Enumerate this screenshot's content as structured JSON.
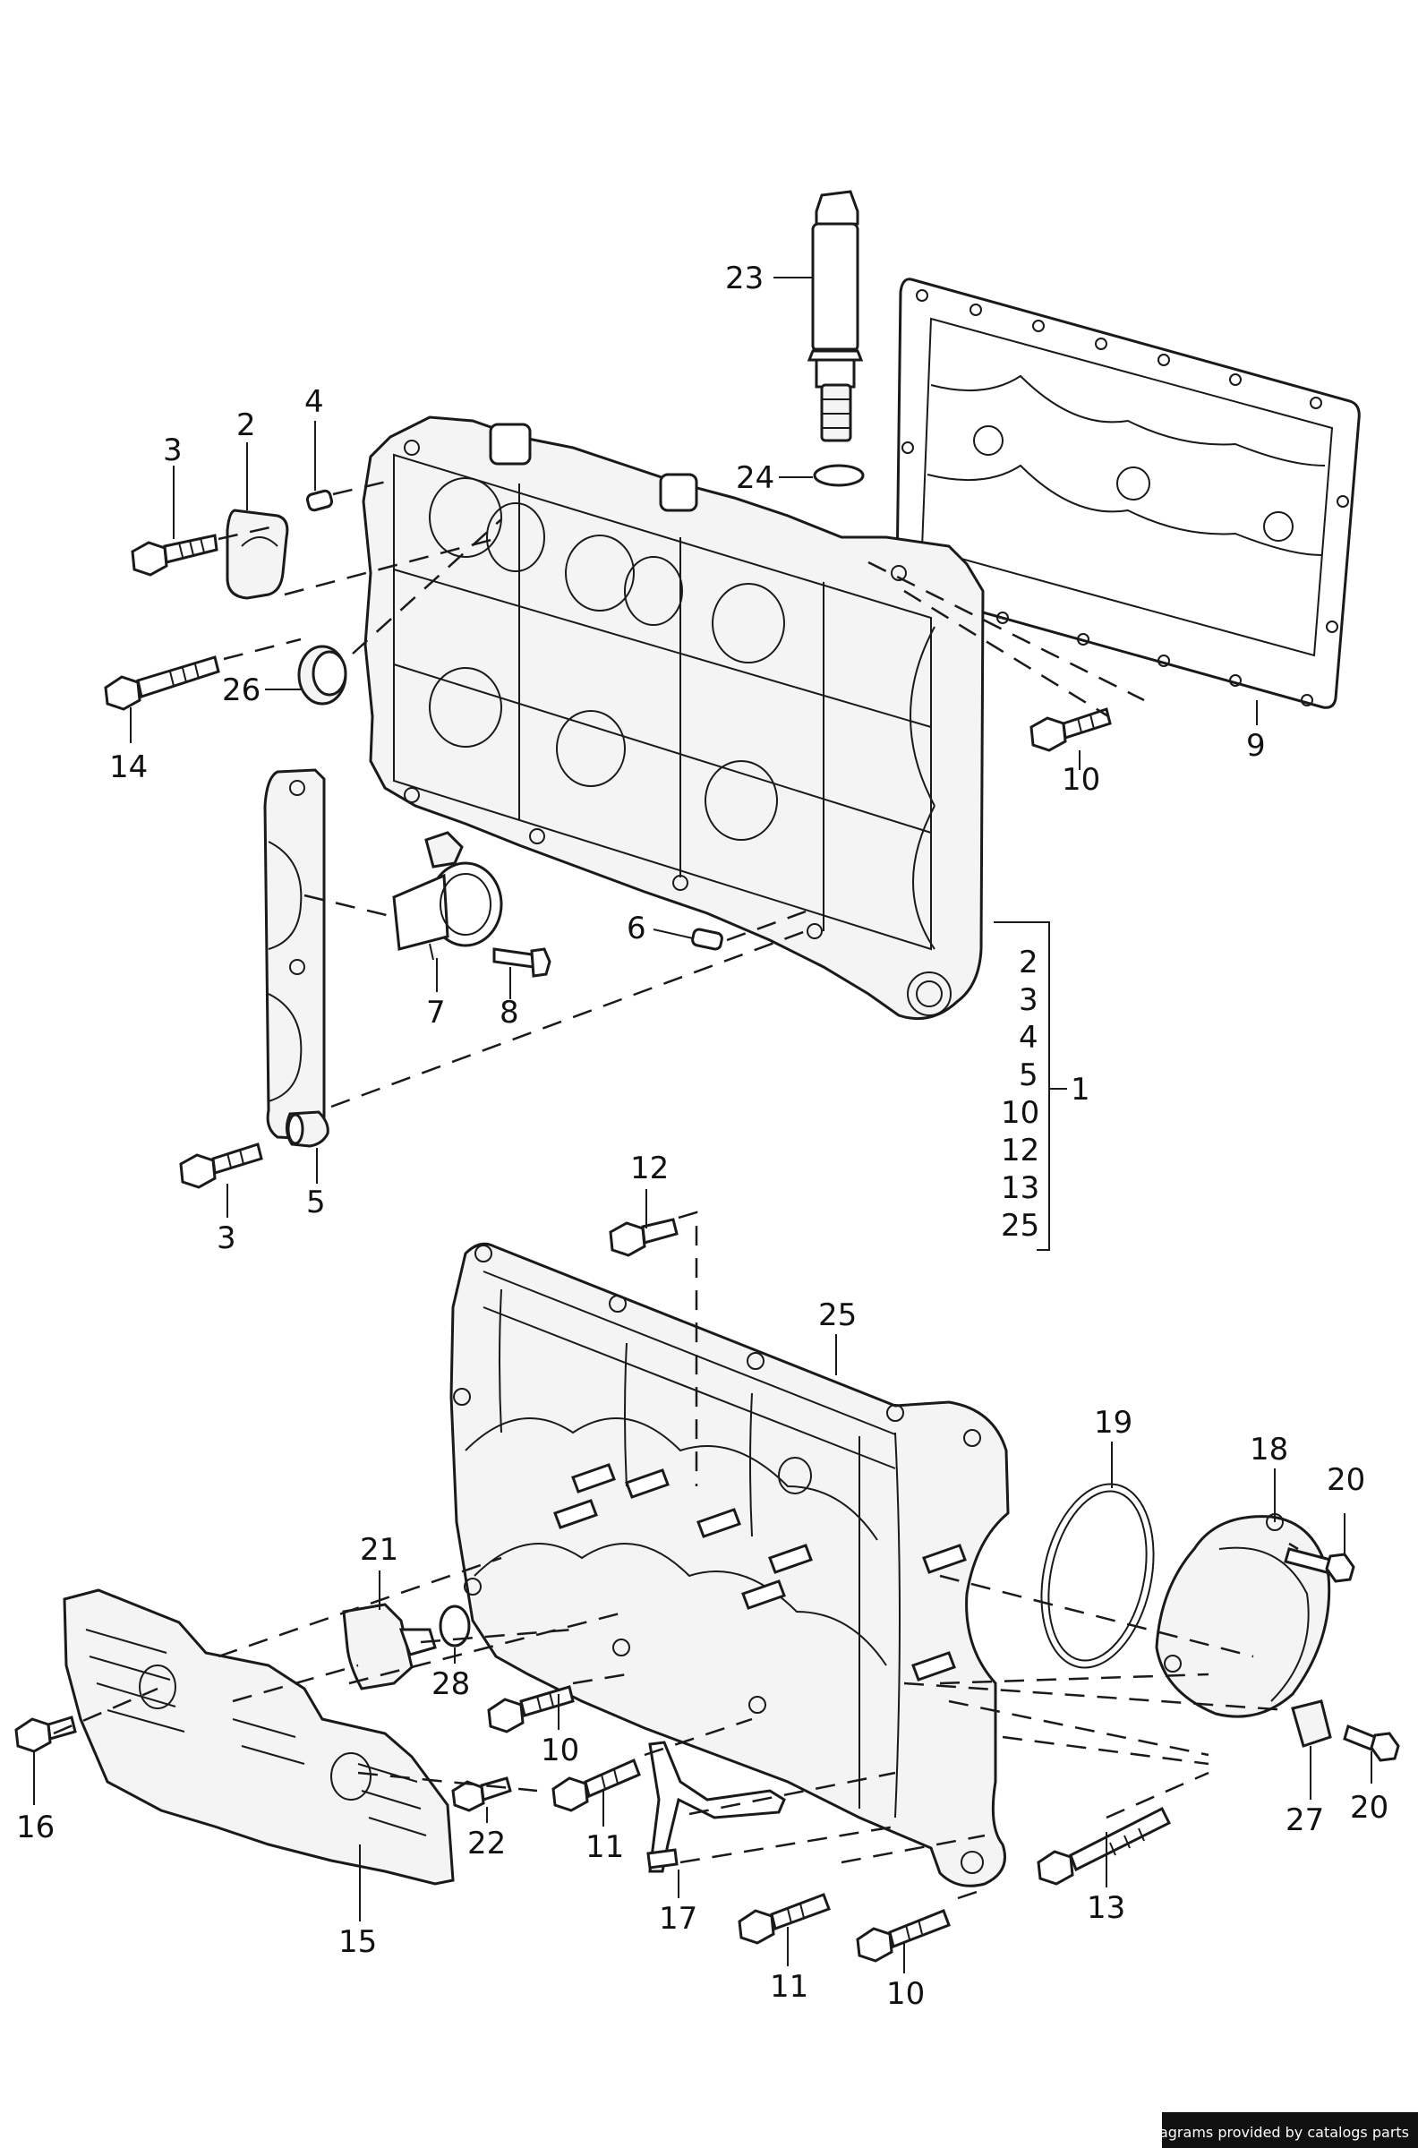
{
  "diagram": {
    "labels": {
      "l23": "23",
      "l24": "24",
      "l9": "9",
      "l3a": "3",
      "l2a": "2",
      "l4a": "4",
      "l14": "14",
      "l26": "26",
      "l10a": "10",
      "l6": "6",
      "l7": "7",
      "l8": "8",
      "l3b": "3",
      "l5": "5",
      "l1": "1",
      "list": [
        "2",
        "3",
        "4",
        "5",
        "10",
        "12",
        "13",
        "25"
      ],
      "l12": "12",
      "l25": "25",
      "l19": "19",
      "l18": "18",
      "l20a": "20",
      "l21": "21",
      "l28": "28",
      "l16": "16",
      "l10b": "10",
      "l22": "22",
      "l11a": "11",
      "l17": "17",
      "l15": "15",
      "l27": "27",
      "l20b": "20",
      "l13": "13",
      "l11b": "11",
      "l10c": "10"
    }
  },
  "credit": "Diagrams provided by catalogs parts"
}
